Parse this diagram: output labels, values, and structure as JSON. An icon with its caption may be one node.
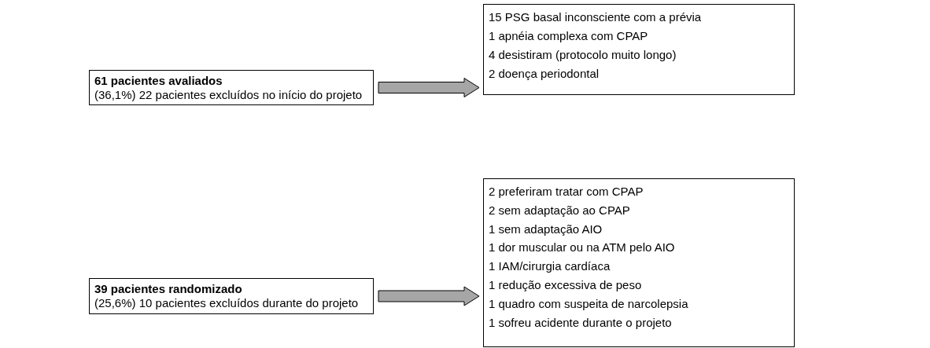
{
  "diagram": {
    "nodes": [
      {
        "text": [
          "61 pacientes avaliados",
          "(36,1%) 22 pacientes excluídos no início do projeto"
        ]
      },
      {
        "text": [
          "15 PSG basal inconsciente com a prévia",
          "1 apnéia complexa com CPAP",
          "4 desistiram (protocolo muito longo)",
          "2 doença periodontal"
        ]
      },
      {
        "text": [
          "39 pacientes randomizado",
          "(25,6%) 10 pacientes excluídos durante do projeto"
        ]
      },
      {
        "text": [
          "2 preferiram tratar com CPAP",
          "2 sem adaptação ao CPAP",
          "1 sem adaptação AIO",
          "1 dor muscular ou na ATM pelo AIO",
          "1 IAM/cirurgia cardíaca",
          "1 redução excessiva de peso",
          "1 quadro com suspeita de narcolepsia",
          "1 sofreu acidente durante o projeto"
        ]
      }
    ],
    "edges": [
      {
        "from": 0,
        "to": 1,
        "arrow": "to"
      },
      {
        "from": 2,
        "to": 3,
        "arrow": "to"
      }
    ]
  }
}
